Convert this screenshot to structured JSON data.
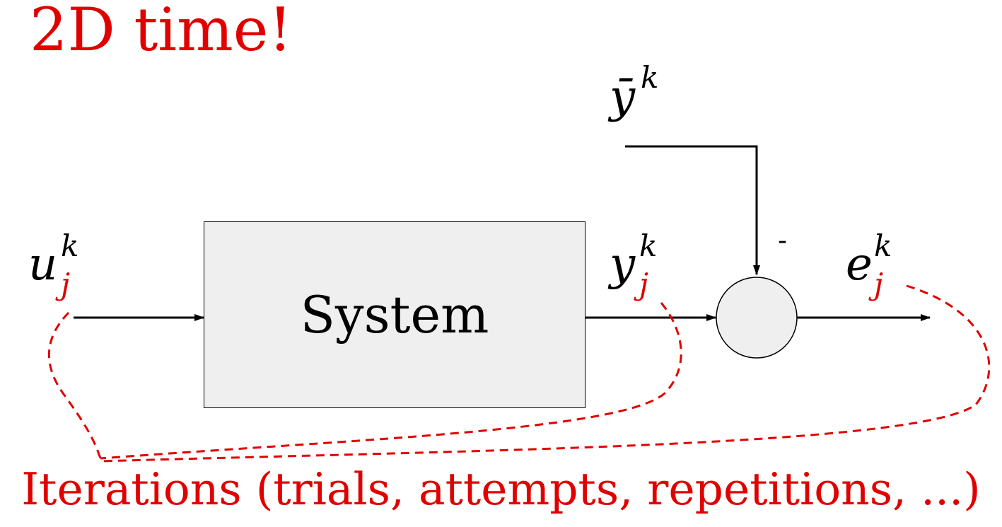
{
  "title": "2D time!",
  "caption": "Iterations (trials, attempts, repetitions, ...)",
  "system_block": {
    "label": "System"
  },
  "signals": {
    "input": {
      "base": "u",
      "sup": "k",
      "sub": "j"
    },
    "output": {
      "base": "y",
      "sup": "k",
      "sub": "j"
    },
    "reference": {
      "base": "ȳ",
      "sup": "k"
    },
    "error": {
      "base": "e",
      "sup": "k",
      "sub": "j"
    }
  },
  "summing_junction": {
    "sign": "-"
  },
  "colors": {
    "accent": "#e00000",
    "block_fill": "#efefef",
    "line": "#000000"
  }
}
